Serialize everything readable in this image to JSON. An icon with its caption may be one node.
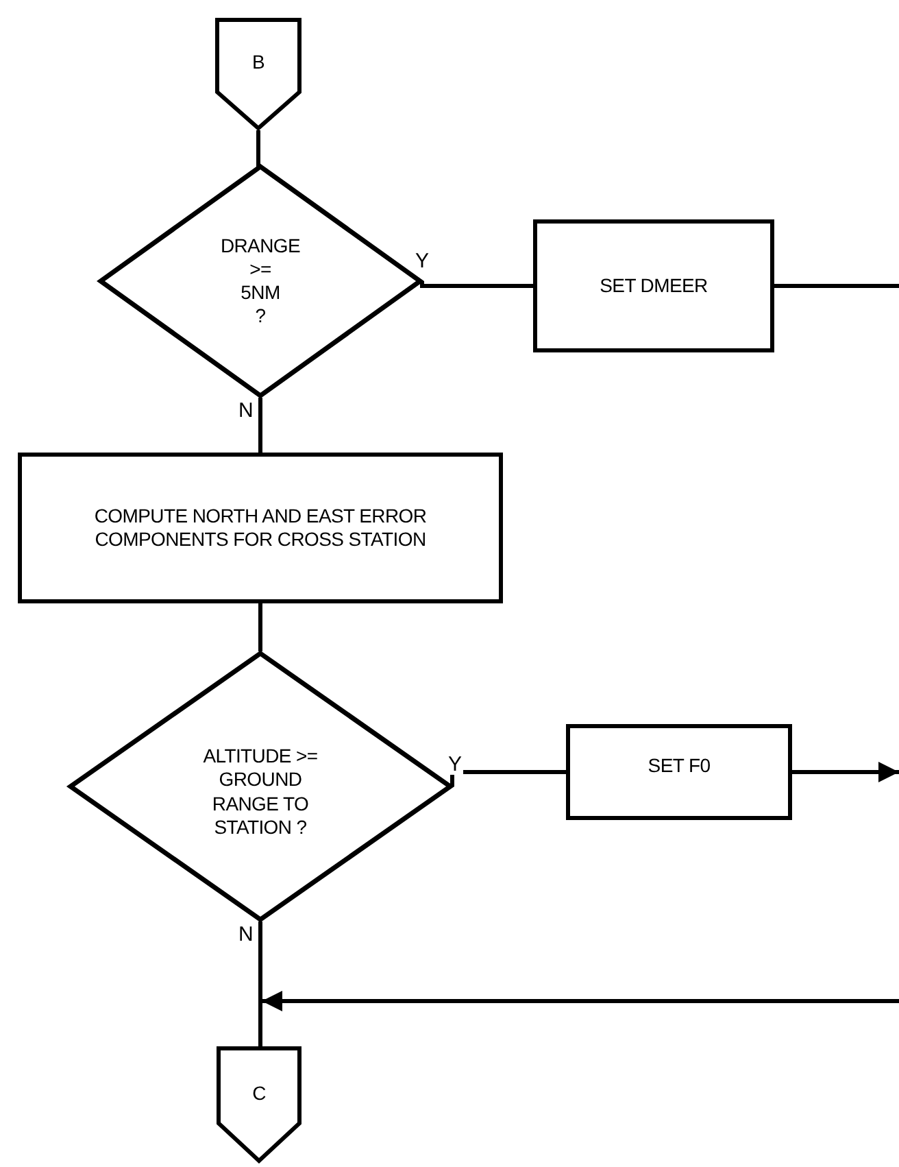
{
  "diagram": {
    "nodes": [
      {
        "text": [
          "B"
        ]
      },
      {
        "text": [
          "DRANGE >= 5NM ?"
        ]
      },
      {
        "text": [
          "SET DMEER"
        ]
      },
      {
        "text": [
          "COMPUTE NORTH AND EAST ERROR COMPONENTS FOR CROSS STATION"
        ]
      },
      {
        "text": [
          "ALTITUDE >= GROUND RANGE TO STATION ?"
        ]
      },
      {
        "text": [
          "SET F0"
        ]
      },
      {
        "text": [
          "C"
        ]
      }
    ],
    "edges": [
      {
        "from": 0,
        "to": 1,
        "arrow": "none"
      },
      {
        "from": 1,
        "to": 2,
        "arrow": "none",
        "label": "Y"
      },
      {
        "from": 2,
        "to": null,
        "arrow": "none"
      },
      {
        "from": 1,
        "to": 3,
        "arrow": "none",
        "label": "N"
      },
      {
        "from": 3,
        "to": 4,
        "arrow": "none"
      },
      {
        "from": 4,
        "to": 5,
        "arrow": "none",
        "label": "Y"
      },
      {
        "from": 5,
        "to": null,
        "arrow": "to"
      },
      {
        "from": 4,
        "to": 6,
        "arrow": "none",
        "label": "N"
      },
      {
        "from": null,
        "to": 6,
        "arrow": "to"
      }
    ]
  }
}
